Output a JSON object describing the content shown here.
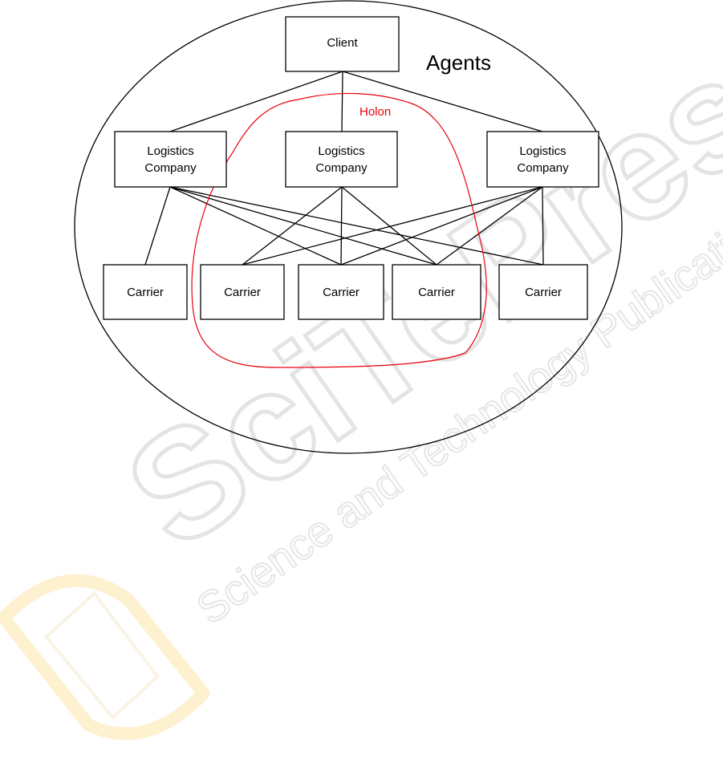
{
  "title": "Agents",
  "holon": {
    "label": "Holon",
    "color": "#e8000b"
  },
  "client": {
    "label": "Client"
  },
  "companies": [
    {
      "line1": "Logistics",
      "line2": "Company"
    },
    {
      "line1": "Logistics",
      "line2": "Company"
    },
    {
      "line1": "Logistics",
      "line2": "Company"
    }
  ],
  "carriers": [
    {
      "label": "Carrier"
    },
    {
      "label": "Carrier"
    },
    {
      "label": "Carrier"
    },
    {
      "label": "Carrier"
    },
    {
      "label": "Carrier"
    }
  ],
  "watermark": {
    "brand": "SciTePress",
    "tagline": "Science and Technology Publications",
    "text_color": "#ebebeb",
    "logo_color": "#fdf1cf"
  }
}
